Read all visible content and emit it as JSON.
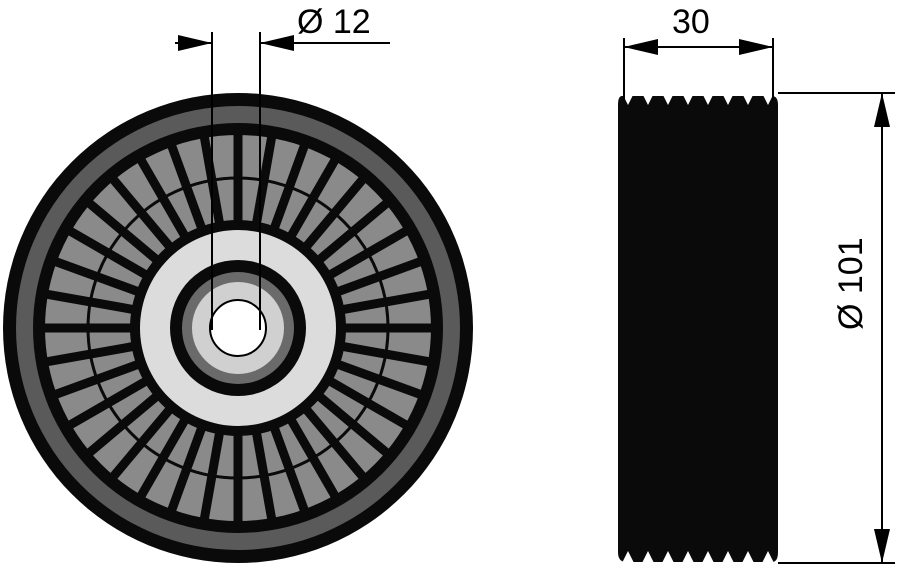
{
  "dimensions": {
    "bore_diameter": "Ø 12",
    "width": "30",
    "outer_diameter": "Ø 101"
  },
  "drawing": {
    "spoke_count": 36,
    "groove_count": 8,
    "colors": {
      "body": "#0a0a0a",
      "rim": "#5a5a5a",
      "hub": "#d9d9d9",
      "spoke_gap": "#8a8a8a"
    }
  }
}
